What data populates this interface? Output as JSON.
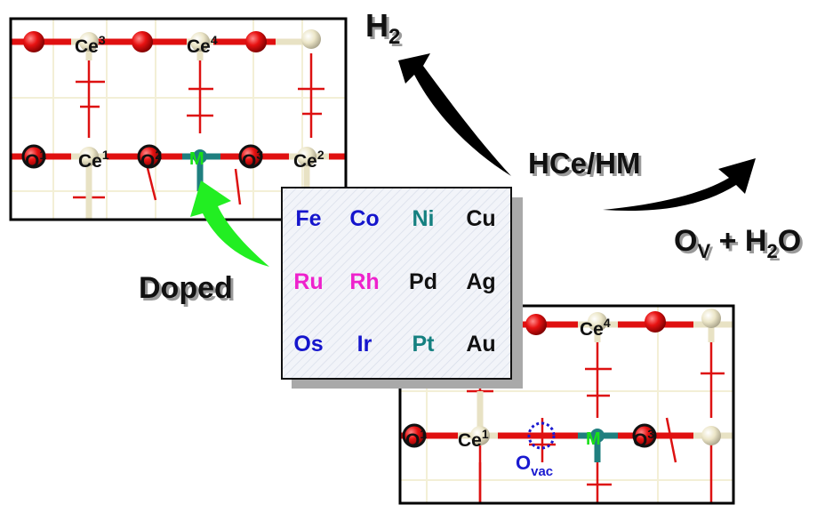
{
  "colors": {
    "oxygen": "#e01010",
    "cerium": "#efe9cf",
    "dopant": "#1f7f7f",
    "dopant_label": "#18e018",
    "vacancy": "#1a1ad0",
    "bond_light": "#f1ecd0",
    "arrow_black": "#000000",
    "arrow_green": "#22ee22",
    "table_bg": "#eef1f8"
  },
  "top_panel": {
    "labels": {
      "ce3": "Ce",
      "ce3_sup": "3",
      "ce4": "Ce",
      "ce4_sup": "4",
      "o1": "O",
      "o1_sup": "1",
      "ce1": "Ce",
      "ce1_sup": "1",
      "o2": "O",
      "o2_sup": "2",
      "m": "M",
      "o3": "O",
      "o3_sup": "3",
      "ce2": "Ce",
      "ce2_sup": "2"
    }
  },
  "bottom_panel": {
    "labels": {
      "ce4": "Ce",
      "ce4_sup": "4",
      "o1": "O",
      "o1_sup": "1",
      "ce1": "Ce",
      "ce1_sup": "1",
      "m": "M",
      "o3": "O",
      "o3_sup": "3",
      "ovac": "O",
      "ovac_sub": "vac",
      "partial": "3"
    }
  },
  "annotations": {
    "h2": "H",
    "h2_sub": "2",
    "intermediate": "HCe/HM",
    "product_o": "O",
    "product_o_sub": "V",
    "product_mid": " + H",
    "product_h_sub": "2",
    "product_end": "O",
    "doped": "Doped"
  },
  "dopant_table": {
    "rows": [
      [
        {
          "sym": "Fe",
          "color": "#1515cc"
        },
        {
          "sym": "Co",
          "color": "#1515cc"
        },
        {
          "sym": "Ni",
          "color": "#158080"
        },
        {
          "sym": "Cu",
          "color": "#111111"
        }
      ],
      [
        {
          "sym": "Ru",
          "color": "#ee22cc"
        },
        {
          "sym": "Rh",
          "color": "#ee22cc"
        },
        {
          "sym": "Pd",
          "color": "#111111"
        },
        {
          "sym": "Ag",
          "color": "#111111"
        }
      ],
      [
        {
          "sym": "Os",
          "color": "#1515cc"
        },
        {
          "sym": "Ir",
          "color": "#1515cc"
        },
        {
          "sym": "Pt",
          "color": "#158080"
        },
        {
          "sym": "Au",
          "color": "#111111"
        }
      ]
    ]
  }
}
